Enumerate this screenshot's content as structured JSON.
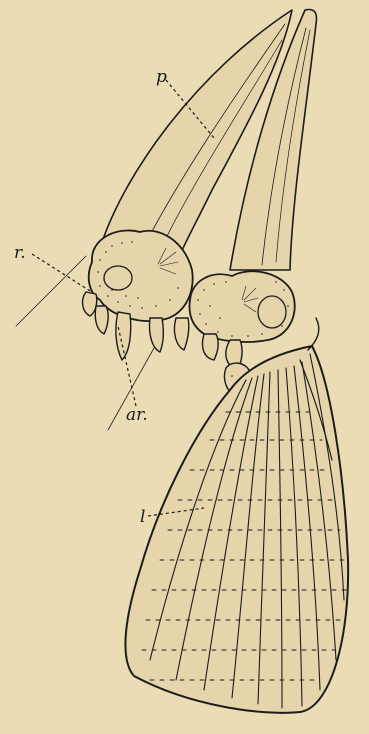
{
  "labels": {
    "p": "p",
    "r": "r.",
    "ar": "ar.",
    "l": "l"
  }
}
